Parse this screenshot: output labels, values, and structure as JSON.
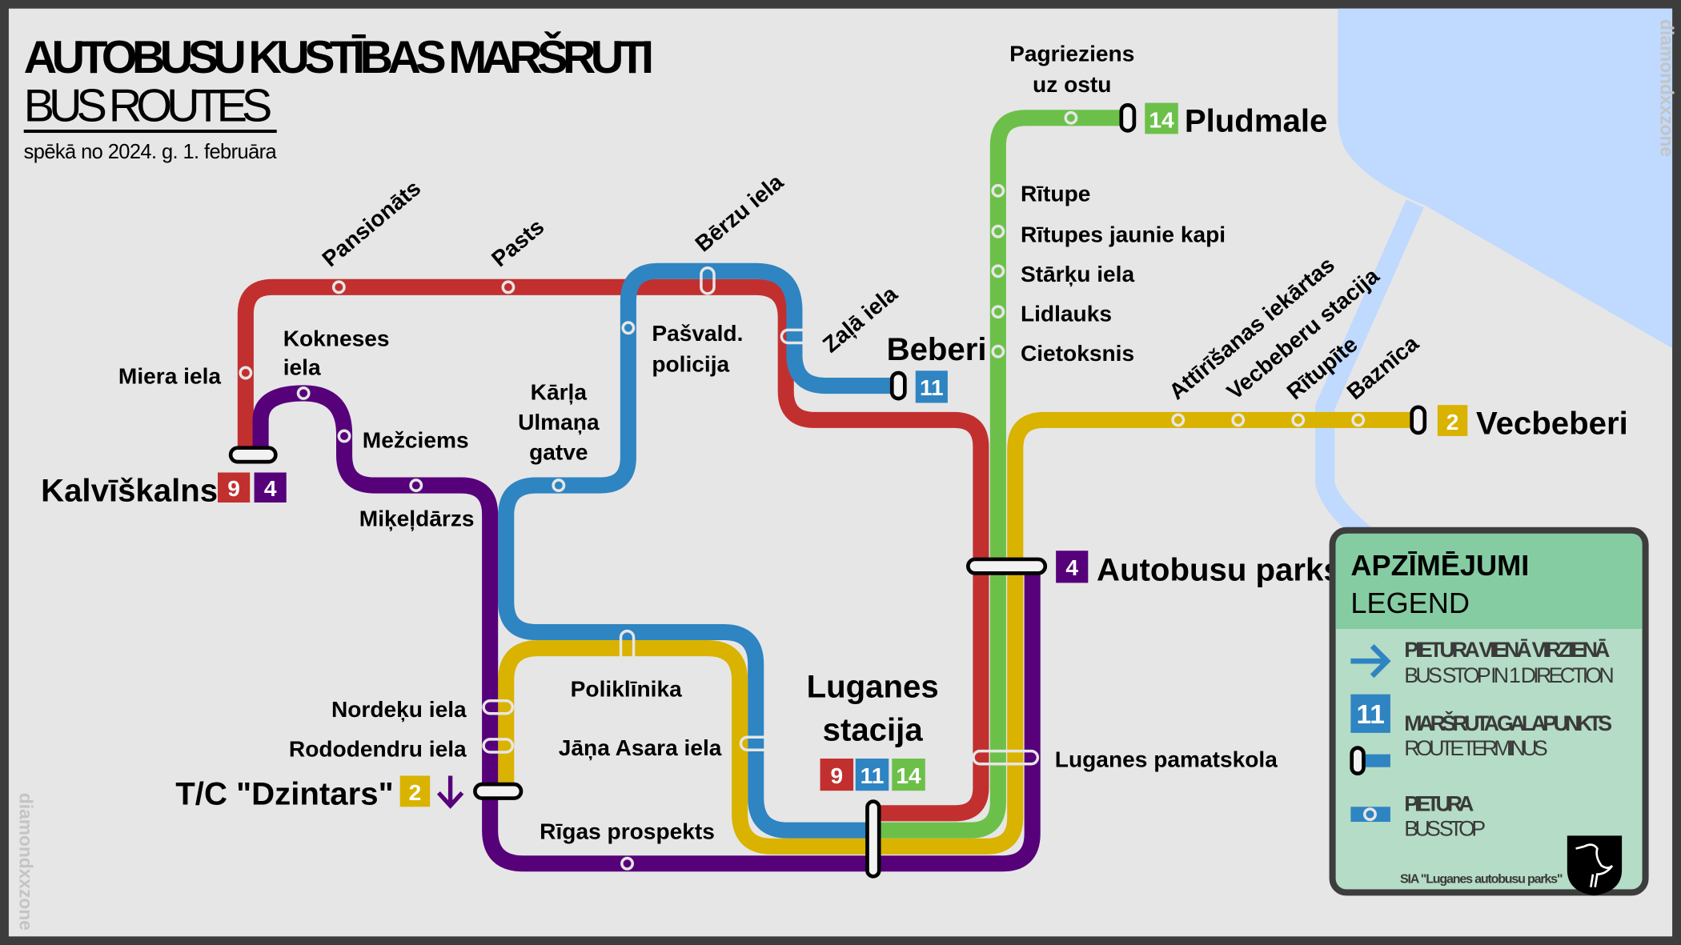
{
  "header": {
    "title_lv": "AUTOBUSU KUSTĪBAS MARŠRUTI",
    "title_en": "BUS ROUTES",
    "valid_from": "spēkā no 2024. g. 1. februāra"
  },
  "watermark": "diamondxxzone",
  "colors": {
    "route_2": "#d9b300",
    "route_4": "#56007a",
    "route_9": "#c1302f",
    "route_11": "#2f84c2",
    "route_14": "#6cc04a",
    "water": "#bfd9ff",
    "background": "#e6e6e6"
  },
  "routes": {
    "r2": "2",
    "r4": "4",
    "r9": "9",
    "r11": "11",
    "r14": "14"
  },
  "termini": {
    "kalviskalns": "Kalvīškalns",
    "beberi": "Beberi",
    "pludmale": "Pludmale",
    "vecbeberi": "Vecbeberi",
    "autobusu_parks": "Autobusu parks",
    "luganes_stacija_1": "Luganes",
    "luganes_stacija_2": "stacija",
    "tc_dzintars": "T/C \"Dzintars\""
  },
  "stops": {
    "miera_iela": "Miera iela",
    "pansionats": "Pansionāts",
    "pasts": "Pasts",
    "berzu_iela": "Bērzu iela",
    "zala_iela": "Zaļā iela",
    "kokneses_1": "Kokneses",
    "kokneses_2": "iela",
    "mezciems": "Mežciems",
    "mikeldarzs": "Miķeļdārzs",
    "karla_1": "Kārļa",
    "karla_2": "Ulmaņa",
    "karla_3": "gatve",
    "pasvald_1": "Pašvald.",
    "pasvald_2": "policija",
    "nordeku_iela": "Nordeķu iela",
    "rododendru_iela": "Rododendru iela",
    "poliklinika": "Poliklīnika",
    "jana_asara_iela": "Jāņa Asara iela",
    "rigas_prospekts": "Rīgas prospekts",
    "luganes_pamatskola": "Luganes pamatskola",
    "pagrieziens_1": "Pagrieziens",
    "pagrieziens_2": "uz ostu",
    "ritupe": "Rītupe",
    "ritupes_kapi": "Rītupes jaunie kapi",
    "starku_iela": "Stārķu iela",
    "lidlauks": "Lidlauks",
    "cietoksnis": "Cietoksnis",
    "attirisanas": "Attīrīšanas iekārtas",
    "vecbeberu_stacija": "Vecbeberu stacija",
    "ritupite": "Rītupīte",
    "baznica": "Baznīca"
  },
  "legend": {
    "title_lv": "APZĪMĒJUMI",
    "title_en": "LEGEND",
    "one_dir_lv": "PIETURA VIENĀ VIRZIENĀ",
    "one_dir_en": "BUS STOP IN 1 DIRECTION",
    "sample_route": "11",
    "terminus_lv": "MARŠRUTA GALAPUNKTS",
    "terminus_en": "ROUTE TERMINUS",
    "stop_lv": "PIETURA",
    "stop_en": "BUS STOP",
    "company": "SIA \"Luganes autobusu parks\""
  }
}
